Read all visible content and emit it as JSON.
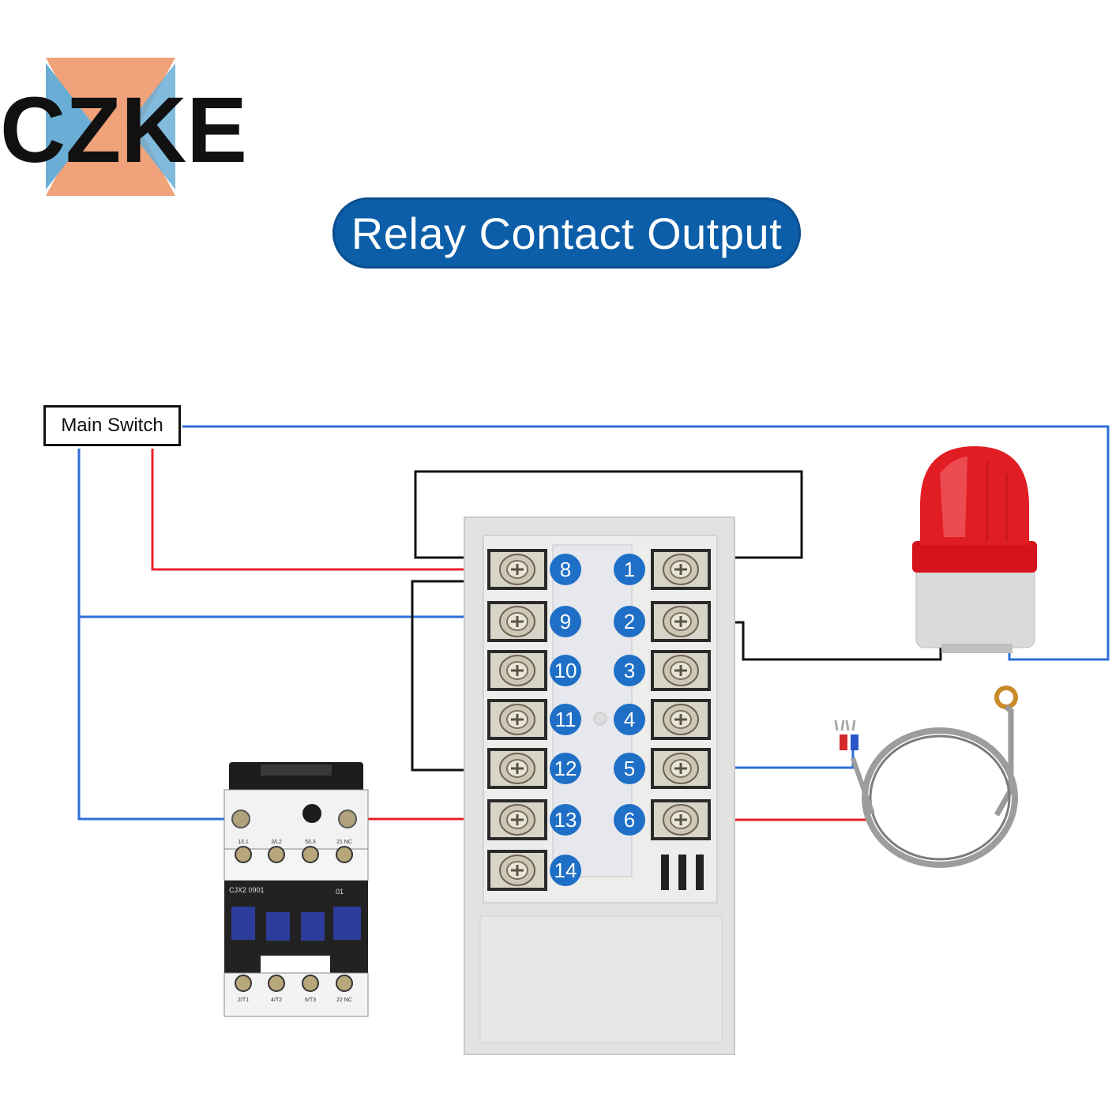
{
  "brand": {
    "logo_text": "CZKE",
    "accent_orange": "#f0a27a",
    "accent_blue": "#6aaed6"
  },
  "title": "Relay Contact Output",
  "main_switch_label": "Main Switch",
  "terminals_left": [
    "8",
    "9",
    "10",
    "11",
    "12",
    "13",
    "14"
  ],
  "terminals_right": [
    "1",
    "2",
    "3",
    "4",
    "5",
    "6"
  ],
  "contactor": {
    "model": "CJX2 0901",
    "aux": "01",
    "top_labels": [
      "1/L1",
      "3/L2",
      "5/L3",
      "21 NC"
    ],
    "bottom_labels": [
      "2/T1",
      "4/T2",
      "6/T3",
      "22 NC"
    ]
  },
  "colors": {
    "wire_red": "#e8212a",
    "wire_blue": "#2e6fd6",
    "wire_black": "#111111",
    "badge": "#1f6fc6"
  }
}
